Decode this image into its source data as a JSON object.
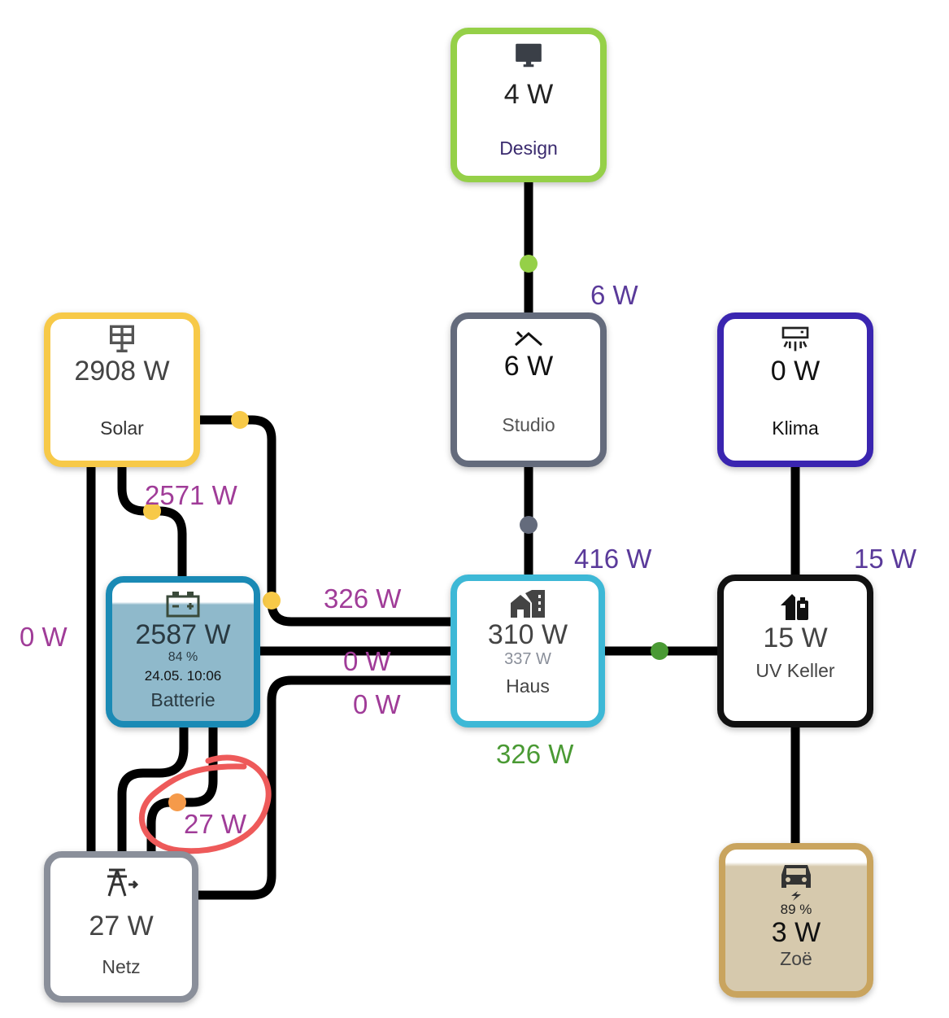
{
  "colors": {
    "solar": "#f7c948",
    "battery": "#1a8ab5",
    "battery_fill": "#8fb9cb",
    "grid": "#8a8f9a",
    "home": "#3db8d6",
    "studio": "#646b7c",
    "design": "#95d048",
    "klima": "#3a25b0",
    "uv_keller": "#111111",
    "zoe": "#c9a45e",
    "zoe_fill": "#d6c9ad",
    "flow_label": "#a03c98",
    "device_label": "#5a3a9a",
    "return_label": "#4a9a34",
    "grid_dot": "#f59a4a",
    "annotation": "#ee5a5a"
  },
  "nodes": {
    "design": {
      "icon": "monitor-icon",
      "power": "4 W",
      "label": "Design"
    },
    "solar": {
      "icon": "solar-panel-icon",
      "power": "2908 W",
      "label": "Solar"
    },
    "studio": {
      "icon": "roof-icon",
      "power": "6 W",
      "label": "Studio"
    },
    "klima": {
      "icon": "air-conditioner-icon",
      "power": "0 W",
      "label": "Klima"
    },
    "battery": {
      "icon": "car-battery-icon",
      "power": "2587 W",
      "soc": "84 %",
      "timestamp": "24.05. 10:06",
      "label": "Batterie",
      "fill_percent": 84
    },
    "home": {
      "icon": "home-city-icon",
      "power": "310 W",
      "secondary": "337 W",
      "label": "Haus"
    },
    "uv_keller": {
      "icon": "home-battery-icon",
      "power": "15 W",
      "label": "UV Keller"
    },
    "grid": {
      "icon": "transmission-tower-export-icon",
      "power": "27 W",
      "label": "Netz"
    },
    "zoe": {
      "icon": "car-electric-icon",
      "soc": "89 %",
      "power": "3 W",
      "label": "Zoë",
      "fill_percent": 89
    }
  },
  "flows": {
    "solar_to_battery": "2571 W",
    "solar_to_home": "326 W",
    "solar_to_grid": "0 W",
    "battery_to_home": "0 W",
    "grid_to_home": "0 W",
    "battery_to_grid": "27 W",
    "studio_flow": "6 W",
    "home_to_studio": "416 W",
    "uv_keller_flow": "15 W",
    "home_return": "326 W"
  }
}
